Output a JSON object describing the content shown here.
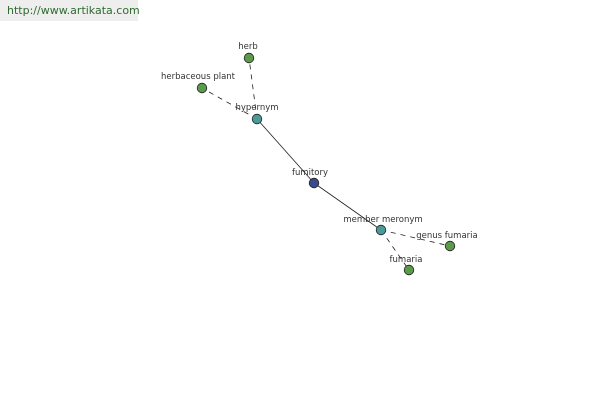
{
  "banner": {
    "url": "http://www.artikata.com"
  },
  "colors": {
    "root": "#3b4a8c",
    "relation": "#4a9a9a",
    "leaf": "#5a9a4a"
  },
  "graph": {
    "nodes": [
      {
        "id": "fumitory",
        "label": "fumitory",
        "kind": "root"
      },
      {
        "id": "hypernym",
        "label": "hypernym",
        "kind": "relation"
      },
      {
        "id": "member-meronym",
        "label": "member meronym",
        "kind": "relation"
      },
      {
        "id": "herb",
        "label": "herb",
        "kind": "leaf"
      },
      {
        "id": "herbaceous-plant",
        "label": "herbaceous plant",
        "kind": "leaf"
      },
      {
        "id": "genus-fumaria",
        "label": "genus fumaria",
        "kind": "leaf"
      },
      {
        "id": "fumaria",
        "label": "fumaria",
        "kind": "leaf"
      }
    ],
    "edges": [
      {
        "from": "fumitory",
        "to": "hypernym",
        "style": "solid"
      },
      {
        "from": "fumitory",
        "to": "member-meronym",
        "style": "solid"
      },
      {
        "from": "hypernym",
        "to": "herb",
        "style": "dashed"
      },
      {
        "from": "hypernym",
        "to": "herbaceous-plant",
        "style": "dashed"
      },
      {
        "from": "member-meronym",
        "to": "genus-fumaria",
        "style": "dashed"
      },
      {
        "from": "member-meronym",
        "to": "fumaria",
        "style": "dashed"
      }
    ]
  }
}
